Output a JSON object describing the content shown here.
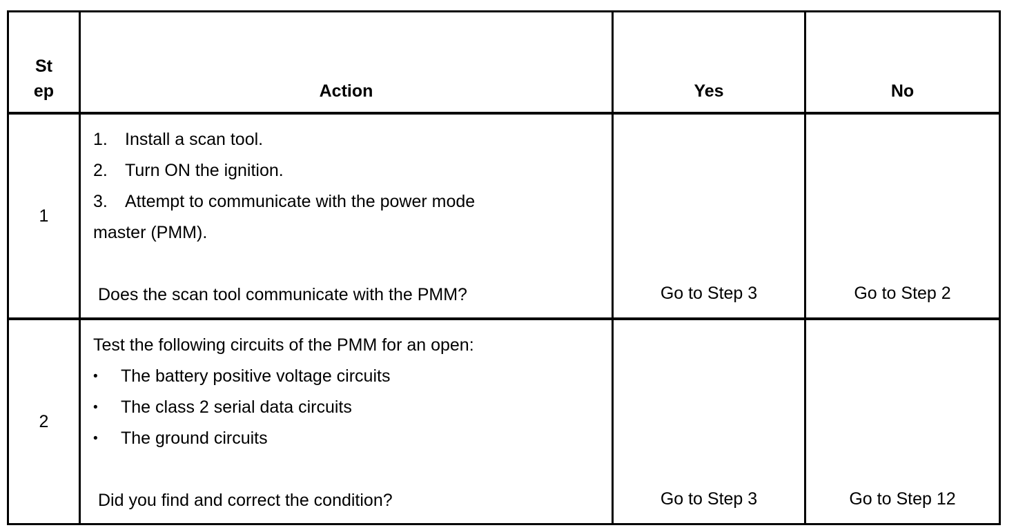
{
  "table": {
    "headers": {
      "step": "St\nep",
      "action": "Action",
      "yes": "Yes",
      "no": "No"
    },
    "rows": [
      {
        "step": "1",
        "numbered_items": [
          {
            "marker": "1.",
            "text": "Install a scan tool."
          },
          {
            "marker": "2.",
            "text": "Turn ON the ignition."
          },
          {
            "marker": "3.",
            "text": "Attempt to communicate with the power mode"
          }
        ],
        "continuation": "master (PMM).",
        "question": "Does the scan tool communicate with the PMM?",
        "yes": "Go to Step 3",
        "no": "Go to Step 2"
      },
      {
        "step": "2",
        "intro": "Test the following circuits of the PMM for an open:",
        "bullet_marker": "•",
        "bullets": [
          "The battery positive voltage circuits",
          "The class 2 serial data circuits",
          "The ground circuits"
        ],
        "question": "Did you find and correct the condition?",
        "yes": "Go to Step 3",
        "no": "Go to Step 12"
      }
    ]
  },
  "colors": {
    "border": "#000000",
    "text": "#000000",
    "background": "#ffffff"
  }
}
